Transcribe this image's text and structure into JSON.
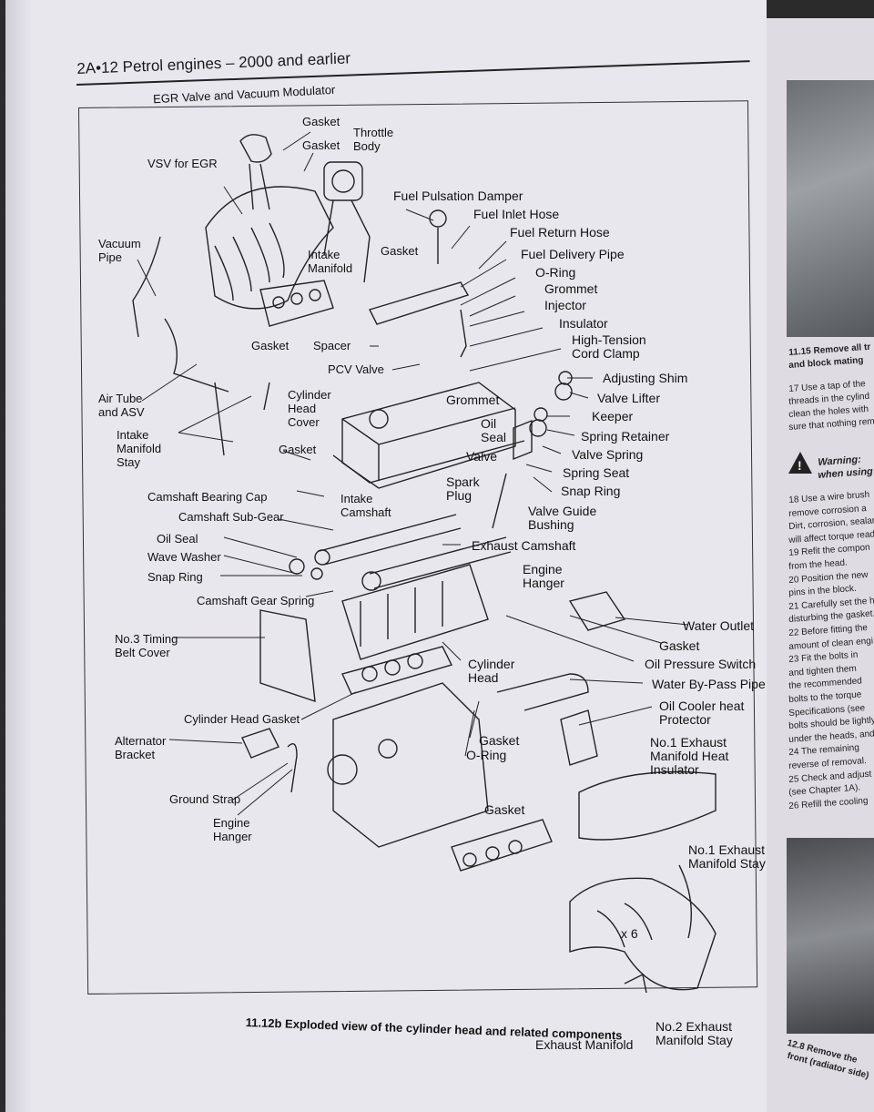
{
  "running_head": "2A•12 Petrol engines – 2000 and earlier",
  "labels": [
    {
      "id": "egr-valve",
      "text": "EGR Valve and Vacuum Modulator"
    },
    {
      "id": "gasket-1",
      "text": "Gasket"
    },
    {
      "id": "throttle-body",
      "text": "Throttle\nBody"
    },
    {
      "id": "gasket-2",
      "text": "Gasket"
    },
    {
      "id": "vsv-egr",
      "text": "VSV for EGR"
    },
    {
      "id": "fuel-pulsation",
      "text": "Fuel Pulsation Damper"
    },
    {
      "id": "fuel-inlet",
      "text": "Fuel Inlet Hose"
    },
    {
      "id": "fuel-return",
      "text": "Fuel Return Hose"
    },
    {
      "id": "vacuum-pipe",
      "text": "Vacuum\nPipe"
    },
    {
      "id": "intake-manifold",
      "text": "Intake\nManifold"
    },
    {
      "id": "gasket-3",
      "text": "Gasket"
    },
    {
      "id": "fuel-delivery",
      "text": "Fuel Delivery Pipe"
    },
    {
      "id": "o-ring-1",
      "text": "O-Ring"
    },
    {
      "id": "grommet-1",
      "text": "Grommet"
    },
    {
      "id": "injector",
      "text": "Injector"
    },
    {
      "id": "insulator",
      "text": "Insulator"
    },
    {
      "id": "gasket-4",
      "text": "Gasket"
    },
    {
      "id": "spacer",
      "text": "Spacer"
    },
    {
      "id": "high-tension",
      "text": "High-Tension\nCord Clamp"
    },
    {
      "id": "pcv-valve",
      "text": "PCV Valve"
    },
    {
      "id": "adjusting-shim",
      "text": "Adjusting Shim"
    },
    {
      "id": "air-tube",
      "text": "Air Tube\nand ASV"
    },
    {
      "id": "cyl-head-cover",
      "text": "Cylinder\nHead\nCover"
    },
    {
      "id": "grommet-2",
      "text": "Grommet"
    },
    {
      "id": "valve-lifter",
      "text": "Valve Lifter"
    },
    {
      "id": "keeper",
      "text": "Keeper"
    },
    {
      "id": "intake-manifold-stay",
      "text": "Intake\nManifold\nStay"
    },
    {
      "id": "oil-seal-1",
      "text": "Oil\nSeal"
    },
    {
      "id": "spring-retainer",
      "text": "Spring Retainer"
    },
    {
      "id": "gasket-5",
      "text": "Gasket"
    },
    {
      "id": "valve",
      "text": "Valve"
    },
    {
      "id": "valve-spring",
      "text": "Valve Spring"
    },
    {
      "id": "spring-seat",
      "text": "Spring Seat"
    },
    {
      "id": "spark-plug",
      "text": "Spark\nPlug"
    },
    {
      "id": "snap-ring-1",
      "text": "Snap Ring"
    },
    {
      "id": "camshaft-bearing-cap",
      "text": "Camshaft Bearing Cap"
    },
    {
      "id": "intake-camshaft",
      "text": "Intake\nCamshaft"
    },
    {
      "id": "valve-guide",
      "text": "Valve Guide\nBushing"
    },
    {
      "id": "camshaft-sub-gear",
      "text": "Camshaft Sub-Gear"
    },
    {
      "id": "oil-seal-2",
      "text": "Oil Seal"
    },
    {
      "id": "exhaust-camshaft",
      "text": "Exhaust Camshaft"
    },
    {
      "id": "wave-washer",
      "text": "Wave Washer"
    },
    {
      "id": "engine-hanger-1",
      "text": "Engine\nHanger"
    },
    {
      "id": "snap-ring-2",
      "text": "Snap Ring"
    },
    {
      "id": "camshaft-gear-spring",
      "text": "Camshaft Gear Spring"
    },
    {
      "id": "water-outlet",
      "text": "Water Outlet"
    },
    {
      "id": "timing-belt-cover",
      "text": "No.3 Timing\nBelt Cover"
    },
    {
      "id": "gasket-6",
      "text": "Gasket"
    },
    {
      "id": "oil-pressure-switch",
      "text": "Oil Pressure Switch"
    },
    {
      "id": "cylinder-head",
      "text": "Cylinder\nHead"
    },
    {
      "id": "water-bypass",
      "text": "Water By-Pass Pipe"
    },
    {
      "id": "cylinder-head-gasket",
      "text": "Cylinder Head Gasket"
    },
    {
      "id": "oil-cooler",
      "text": "Oil Cooler heat\nProtector"
    },
    {
      "id": "alternator-bracket",
      "text": "Alternator\nBracket"
    },
    {
      "id": "gasket-7",
      "text": "Gasket"
    },
    {
      "id": "o-ring-2",
      "text": "O-Ring"
    },
    {
      "id": "exhaust-heat-insulator",
      "text": "No.1 Exhaust\nManifold Heat\nInsulator"
    },
    {
      "id": "ground-strap",
      "text": "Ground Strap"
    },
    {
      "id": "engine-hanger-2",
      "text": "Engine\nHanger"
    },
    {
      "id": "gasket-8",
      "text": "Gasket"
    },
    {
      "id": "exhaust-stay-1",
      "text": "No.1 Exhaust\nManifold Stay"
    },
    {
      "id": "x6",
      "text": "x 6"
    },
    {
      "id": "exhaust-manifold",
      "text": "Exhaust Manifold"
    },
    {
      "id": "exhaust-stay-2",
      "text": "No.2 Exhaust\nManifold Stay"
    }
  ],
  "caption": "11.12b Exploded view of the cylinder head and related components",
  "right_page": {
    "photo_caption_1": "11.15 Remove all tr",
    "photo_caption_1b": "and block mating",
    "text_lines": [
      "17 Use a tap of the",
      "threads in the cylind",
      "clean the holes with",
      "sure that nothing rem"
    ],
    "warning_title": "Warning:",
    "warning_sub": "when using",
    "text_lines_2": [
      "18 Use a wire brush",
      "remove corrosion a",
      "Dirt, corrosion, sealar",
      "will affect torque read",
      "19 Refit the compon",
      "from the head.",
      "20 Position the new",
      "pins in the block.",
      "21 Carefully set the h",
      "disturbing the gasket.",
      "22 Before fitting the",
      "amount of clean engi",
      "23 Fit the bolts in",
      "and tighten them",
      "the recommended",
      "bolts to the torque",
      "Specifications (see",
      "bolts should be lightly",
      "under the heads, and",
      "24 The remaining",
      "reverse of removal.",
      "25 Check and adjust",
      "(see Chapter 1A).",
      "26 Refill the cooling"
    ],
    "photo_caption_2": "12.8 Remove the",
    "photo_caption_2b": "front (radiator side)"
  }
}
